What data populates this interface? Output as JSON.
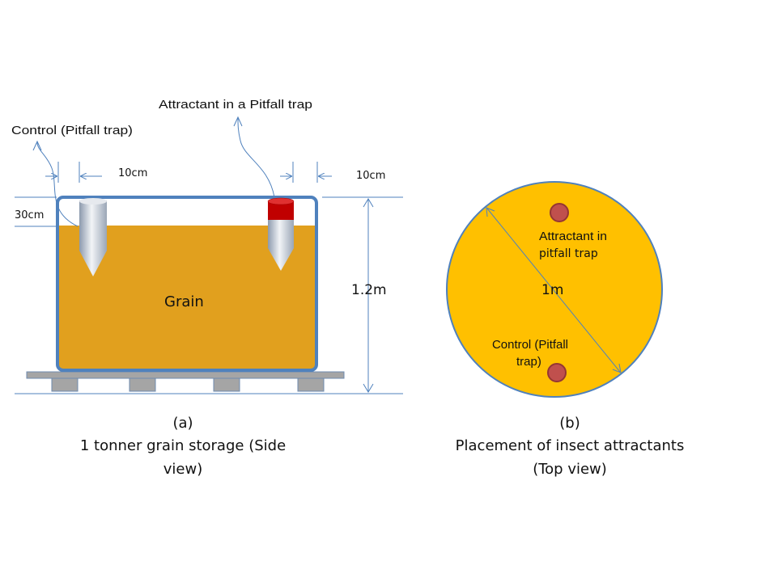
{
  "side_view": {
    "control_label": "Control (Pitfall trap)",
    "attractant_label": "Attractant in a Pitfall trap",
    "dim_left": "10cm",
    "dim_right": "10cm",
    "dim_depth": "30cm",
    "dim_height": "1.2m",
    "grain_label": "Grain",
    "caption_letter": "(a)",
    "caption_line1": "1 tonner grain storage (Side",
    "caption_line2": "view)"
  },
  "top_view": {
    "attractant_line1": "Attractant  in",
    "attractant_line2": "pitfall trap",
    "diameter_label": "1m",
    "control_line1": "Control (Pitfall",
    "control_line2": "trap)",
    "caption_letter": "(b)",
    "caption_line1": "Placement of insect attractants",
    "caption_line2": "(Top view)"
  },
  "colors": {
    "grain": "#E1A01E",
    "circle_fill": "#FFC000",
    "container_border": "#4F81BD",
    "trap_red": "#C0504D",
    "pallet": "#A5A5A5"
  }
}
